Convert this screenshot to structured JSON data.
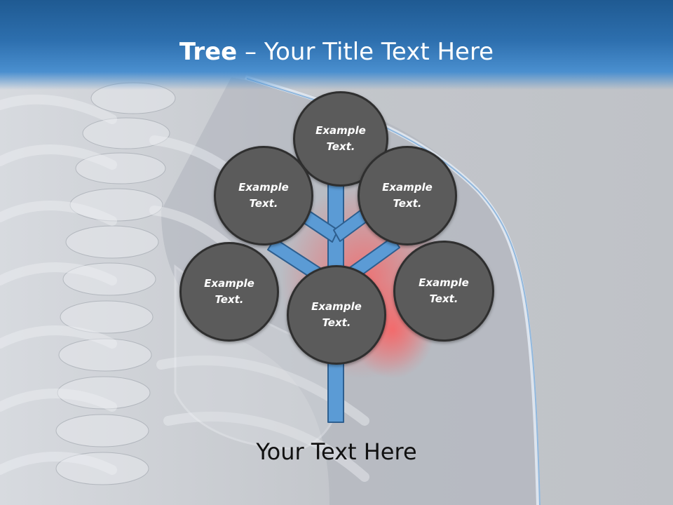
{
  "slide": {
    "title_bold": "Tree",
    "title_rest": " – Your Title Text Here",
    "footer_text": "Your Text Here"
  },
  "nodes": [
    {
      "id": "top",
      "label": "Example\nText."
    },
    {
      "id": "upper-left",
      "label": "Example\nText."
    },
    {
      "id": "upper-right",
      "label": "Example\nText."
    },
    {
      "id": "lower-left",
      "label": "Example\nText."
    },
    {
      "id": "lower-right",
      "label": "Example\nText."
    },
    {
      "id": "center",
      "label": "Example\nText."
    }
  ],
  "colors": {
    "title_band": "#2d6fae",
    "node_fill": "#5b5b5b",
    "node_border": "#2f2f2f",
    "branch_fill": "#5b9bd5",
    "branch_stroke": "#2e5f8f"
  }
}
